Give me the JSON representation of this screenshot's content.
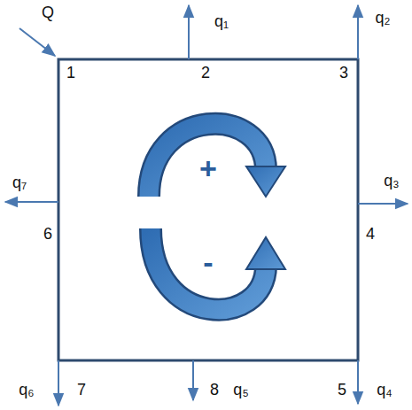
{
  "diagram": {
    "labels": [
      "Q",
      "1",
      "2",
      "q₁",
      "3",
      "q₂",
      "q₇",
      "6",
      "4",
      "q₃",
      "+",
      "-",
      "q₆",
      "7",
      "8",
      "q₅",
      "5",
      "q₄"
    ]
  }
}
